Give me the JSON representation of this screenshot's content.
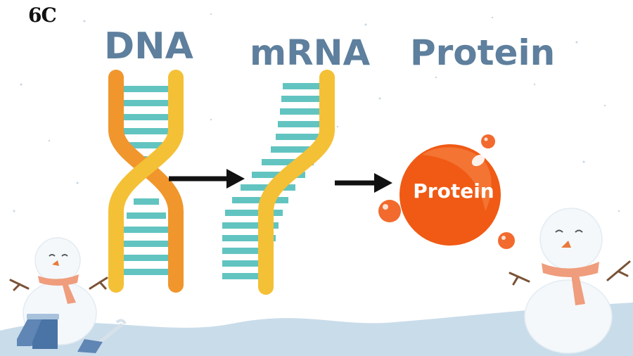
{
  "logo": "6C",
  "labels": {
    "dna": "DNA",
    "mrna": "mRNA",
    "protein": "Protein"
  },
  "protein_ball_text": "Protein",
  "colors": {
    "label": "#5e7f9d",
    "dna_strand_orange": "#f0962c",
    "dna_strand_yellow": "#f4c035",
    "base_pair": "#62c4c0",
    "protein_ball": "#f05a14",
    "small_ball": "#f26a2e",
    "arrow": "#111111",
    "snow_ground": "#c9dcea",
    "scarf": "#ef9d7d"
  },
  "icons": [
    "dna-double-helix-icon",
    "mrna-strand-icon",
    "protein-ball-icon",
    "snowman-icon",
    "boots-icon",
    "shovel-icon"
  ]
}
